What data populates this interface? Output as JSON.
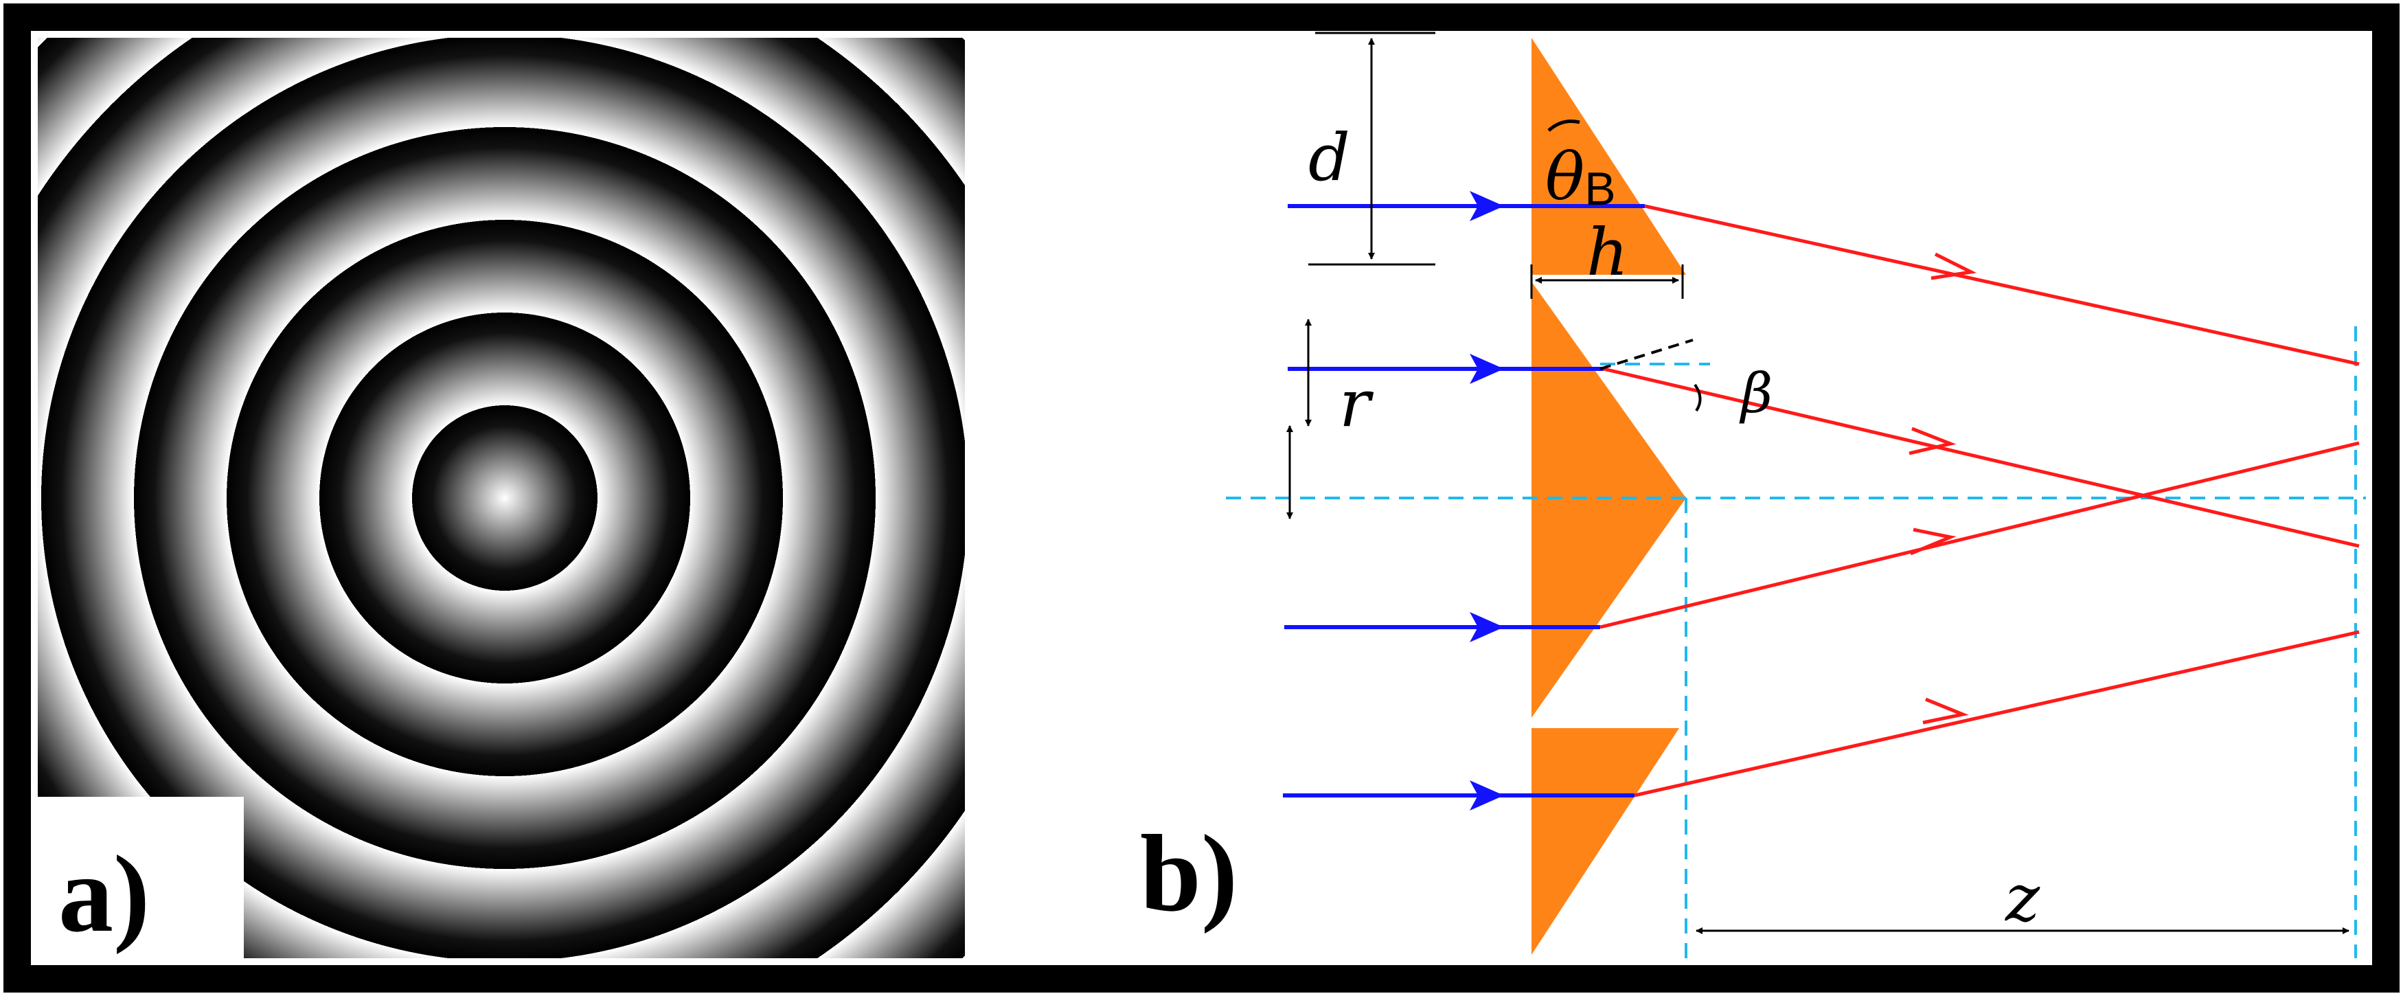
{
  "panel_a": {
    "label": "a)",
    "pattern": "concentric-phase-rings",
    "ring_count": 6
  },
  "panel_b": {
    "label": "b)",
    "symbols": {
      "d": "d",
      "theta": "θ",
      "theta_sub": "B",
      "h": "h",
      "r": "r",
      "beta": "β",
      "z": "z"
    },
    "colors": {
      "prism": "#ff8418",
      "incident_ray": "#1212ff",
      "refracted_ray": "#ff1a1a",
      "guide_line": "#22b8ee",
      "frame": "#000000"
    }
  }
}
